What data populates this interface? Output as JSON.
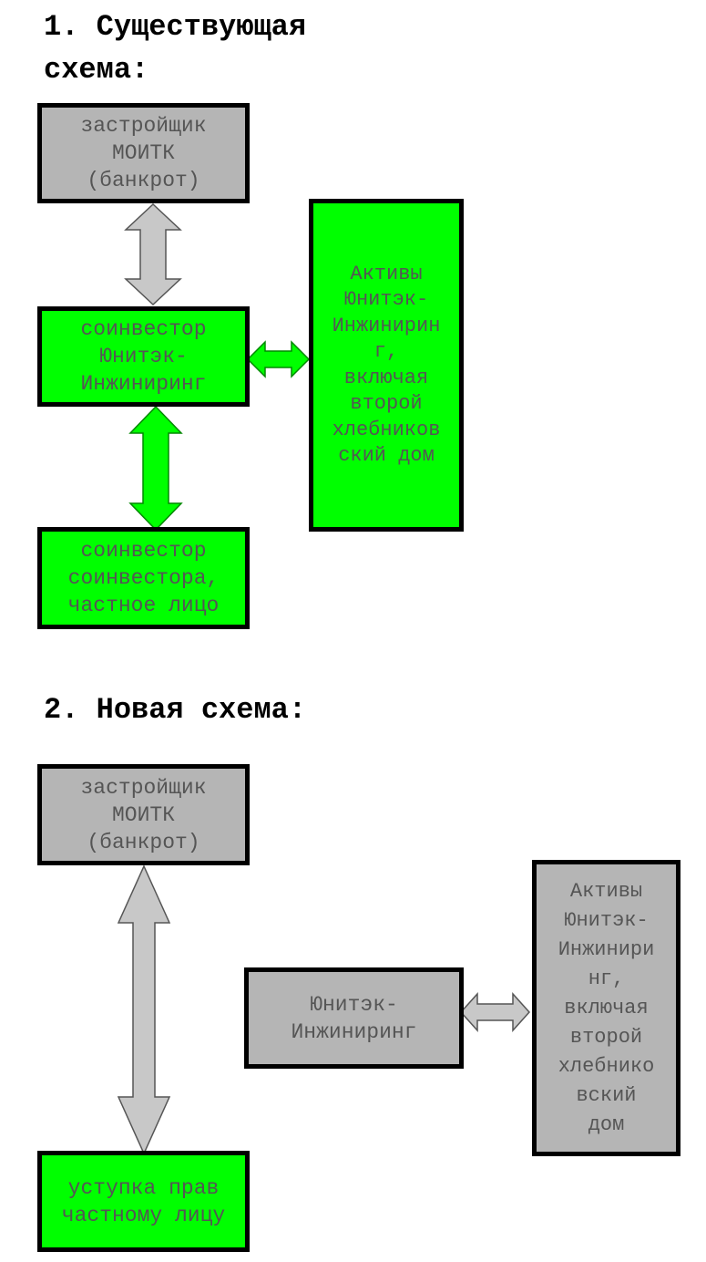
{
  "section1": {
    "title_line1": "1. Существующая",
    "title_line2": "схема:",
    "developer": {
      "line1": "застройщик",
      "line2": "МОИТК",
      "line3": "(банкрот)"
    },
    "coinvestor": {
      "line1": "соинвестор",
      "line2": "Юнитэк-",
      "line3": "Инжиниринг"
    },
    "sub_coinvestor": {
      "line1": "соинвестор",
      "line2": "соинвестора,",
      "line3": "частное лицо"
    },
    "assets": {
      "line1": "Активы",
      "line2": "Юнитэк-",
      "line3": "Инжинирин",
      "line4": "г,",
      "line5": "включая",
      "line6": "второй",
      "line7": "хлебников",
      "line8": "ский дом"
    }
  },
  "section2": {
    "title": "2. Новая схема:",
    "developer": {
      "line1": "застройщик",
      "line2": "МОИТК",
      "line3": "(банкрот)"
    },
    "unitek": {
      "line1": "Юнитэк-",
      "line2": "Инжиниринг"
    },
    "assets": {
      "line1": "Активы",
      "line2": "Юнитэк-",
      "line3": "Инжинири",
      "line4": "нг,",
      "line5": "включая",
      "line6": "второй",
      "line7": "хлебнико",
      "line8": "вский",
      "line9": "дом"
    },
    "assignment": {
      "line1": "уступка прав",
      "line2": "частному лицу"
    }
  },
  "colors": {
    "gray_box": "#b5b5b5",
    "green_box": "#00ff00",
    "border": "#000000",
    "text": "#555555",
    "gray_arrow": "#c8c8c8"
  }
}
